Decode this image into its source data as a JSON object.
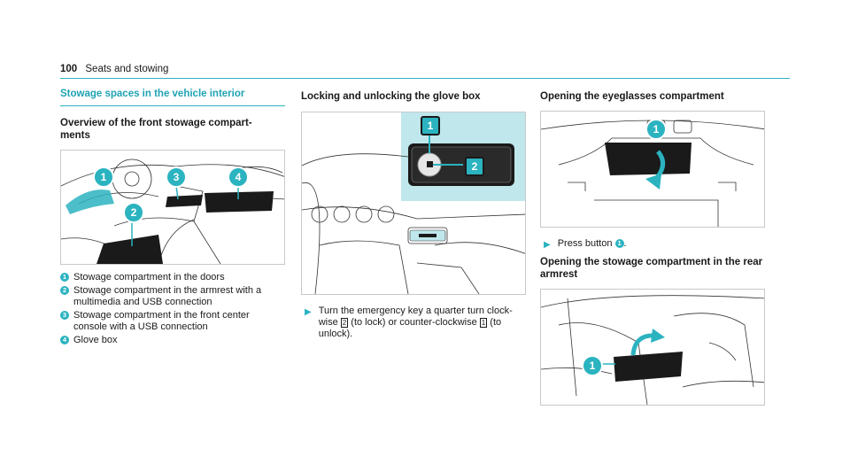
{
  "header": {
    "page_number": "100",
    "section": "Seats and stowing"
  },
  "col1": {
    "section_title": "Stowage spaces in the vehicle interior",
    "subtitle": "Overview of the front stowage compart-\nments",
    "legend": [
      {
        "num": "1",
        "text": "Stowage compartment in the doors"
      },
      {
        "num": "2",
        "text": "Stowage compartment in the armrest with a multimedia and USB connection"
      },
      {
        "num": "3",
        "text": "Stowage compartment in the front center console with a USB connection"
      },
      {
        "num": "4",
        "text": "Glove box"
      }
    ]
  },
  "col2": {
    "subtitle": "Locking and unlocking the glove box",
    "callouts": [
      "1",
      "2"
    ],
    "step": {
      "text_a": "Turn the emergency key a quarter turn clock-wise ",
      "key_a": "2",
      "text_b": " (to lock) or counter-clockwise ",
      "key_b": "1",
      "text_c": " (to unlock)."
    }
  },
  "col3": {
    "subtitle": "Opening the eyeglasses compartment",
    "callout": "1",
    "step_text": "Press button ",
    "step_num": "1",
    "step_end": ".",
    "subtitle2": "Opening the stowage compartment in the rear armrest",
    "callout2": "1"
  },
  "colors": {
    "accent": "#2bb3c0",
    "text": "#1a1a1a"
  }
}
